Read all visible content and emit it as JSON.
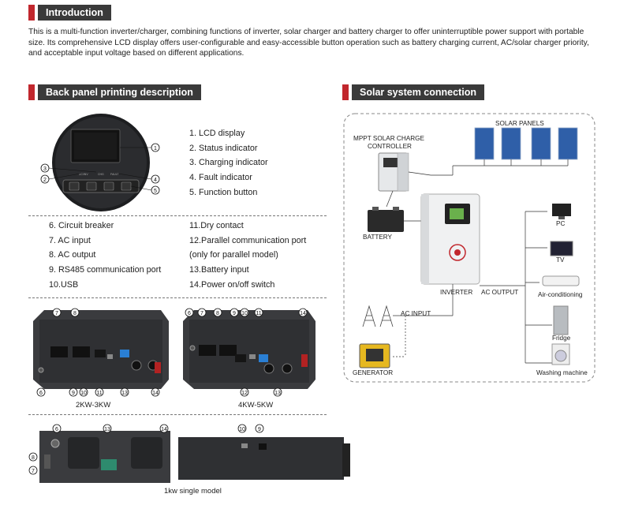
{
  "sections": {
    "intro": {
      "title": "Introduction",
      "text": "This is a multi-function inverter/charger, combining functions of inverter, solar charger and battery charger to offer uninterruptible power support with portable size. Its comprehensive LCD display offers user-configurable and easy-accessible button operation such as battery charging current, AC/solar charger priority, and acceptable input voltage based on different applications."
    },
    "back_panel": {
      "title": "Back panel printing description",
      "front_items": [
        "1. LCD display",
        "2. Status indicator",
        "3. Charging indicator",
        "4. Fault indicator",
        "5. Function button"
      ],
      "rear_left": [
        "6.  Circuit breaker",
        "7.  AC input",
        "8.  AC output",
        "9.  RS485 communication port",
        "10.USB"
      ],
      "rear_right": [
        "11.Dry contact",
        "12.Parallel communication port",
        "(only for parallel model)",
        "13.Battery input",
        "14.Power on/off switch"
      ],
      "caption_2kw": "2KW-3KW",
      "caption_4kw": "4KW-5KW",
      "caption_1kw": "1kw single model"
    },
    "solar": {
      "title": "Solar system connection",
      "solar_panels": "SOLAR PANELS",
      "mppt_line1": "MPPT SOLAR CHARGE",
      "mppt_line2": "CONTROLLER",
      "battery": "BATTERY",
      "inverter": "INVERTER",
      "ac_output": "AC OUTPUT",
      "ac_input": "AC INPUT",
      "generator": "GENERATOR",
      "loads": [
        "PC",
        "TV",
        "Air-conditioning",
        "Fridge",
        "Washing machine"
      ]
    }
  },
  "colors": {
    "accent": "#c1272d",
    "header_bg": "#3a3a3a",
    "device_dark": "#2f3033",
    "panel_blue": "#2f5fa8"
  },
  "device_labels": {
    "lcd_led1": "AC/INV",
    "lcd_led2": "CHG",
    "lcd_led3": "FAULT"
  }
}
